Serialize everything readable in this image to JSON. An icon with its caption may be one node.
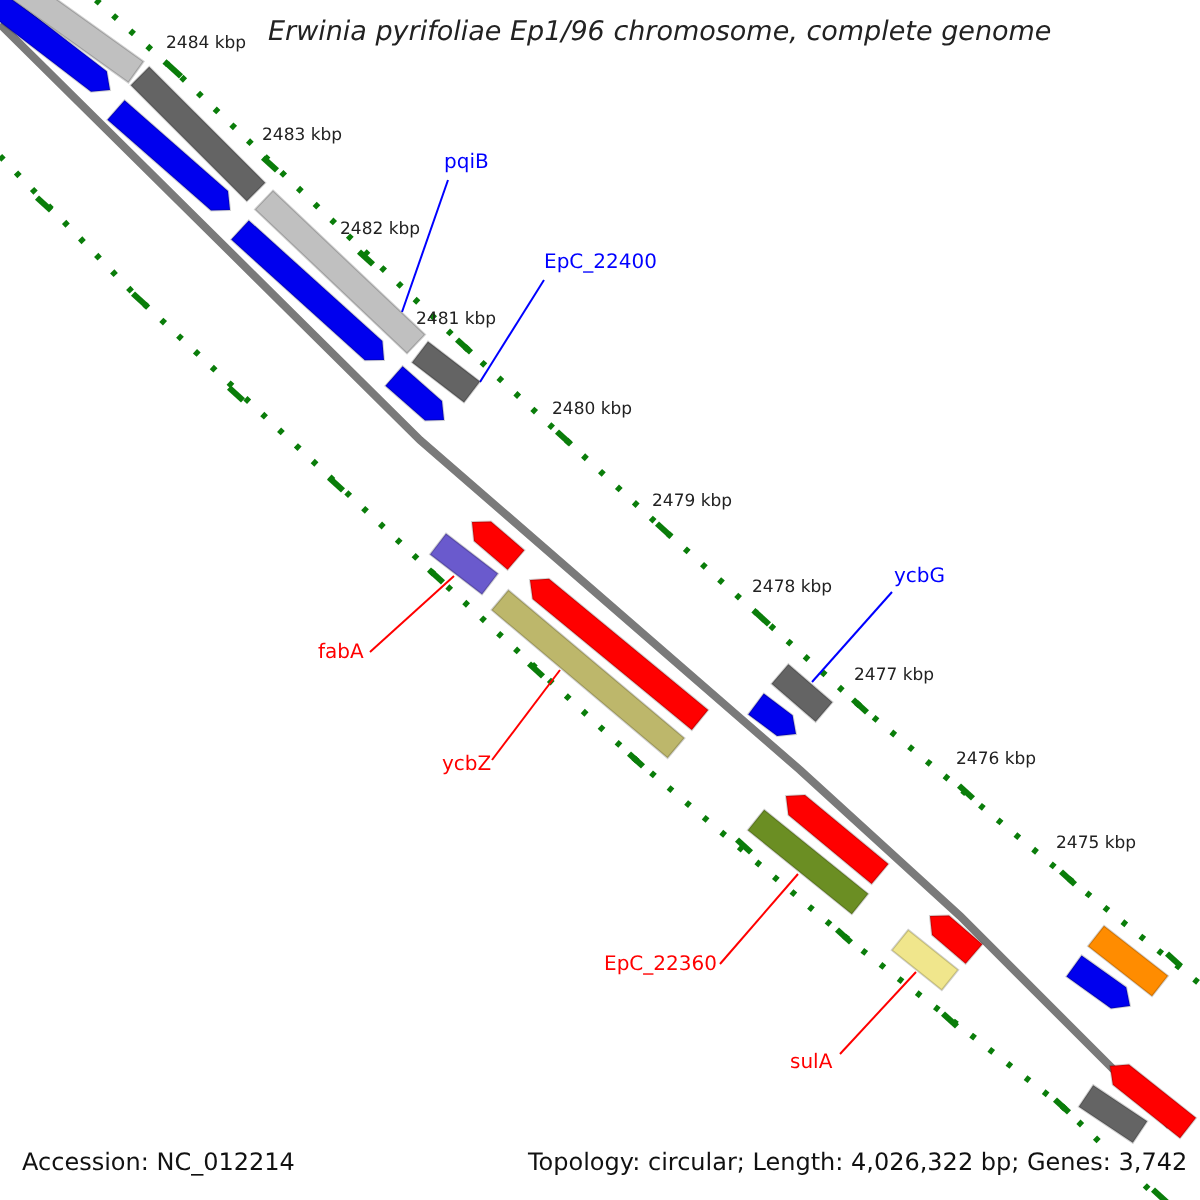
{
  "diagram": {
    "title": "Erwinia pyrifoliae Ep1/96 chromosome, complete genome",
    "nodes": [
      {
        "text": [
          "pqiB"
        ]
      },
      {
        "text": [],
        "shape": "bar"
      },
      {
        "text": [
          "EpC_22400"
        ]
      },
      {
        "text": [],
        "shape": "bar"
      },
      {
        "text": [
          "ycbG"
        ]
      },
      {
        "text": [],
        "shape": "bar"
      },
      {
        "text": [
          "fabA"
        ]
      },
      {
        "text": [],
        "shape": "bar"
      },
      {
        "text": [
          "ycbZ"
        ]
      },
      {
        "text": [],
        "shape": "bar"
      },
      {
        "text": [
          "EpC_22360"
        ]
      },
      {
        "text": [],
        "shape": "bar"
      },
      {
        "text": [
          "sulA"
        ]
      },
      {
        "text": [],
        "shape": "bar"
      },
      {
        "text": [],
        "shape": "bar"
      },
      {
        "text": [],
        "shape": "bar"
      },
      {
        "text": [],
        "shape": "bar"
      },
      {
        "text": [],
        "shape": "bar"
      },
      {
        "text": [],
        "shape": "bar"
      },
      {
        "text": [],
        "shape": "bar"
      },
      {
        "text": [],
        "shape": "bar"
      },
      {
        "text": [],
        "shape": "bar"
      },
      {
        "text": [],
        "shape": "bar"
      },
      {
        "text": [],
        "shape": "bar"
      },
      {
        "text": [],
        "shape": "bar"
      },
      {
        "text": [],
        "shape": "bar"
      },
      {
        "text": [],
        "shape": "bar"
      },
      {
        "text": [],
        "shape": "bar"
      },
      {
        "text": [],
        "shape": "bar"
      }
    ],
    "edges": [
      {
        "from": 0,
        "to": 1,
        "arrow": "none",
        "color": "#0000ff"
      },
      {
        "from": 2,
        "to": 3,
        "arrow": "none",
        "color": "#0000ff"
      },
      {
        "from": 4,
        "to": 5,
        "arrow": "none",
        "color": "#0000ff"
      },
      {
        "from": 6,
        "to": 7,
        "arrow": "none"
      },
      {
        "from": 8,
        "to": 9,
        "arrow": "none"
      },
      {
        "from": 10,
        "to": 11,
        "arrow": "none"
      },
      {
        "from": 12,
        "to": 13,
        "arrow": "none"
      }
    ],
    "labels": [
      "2484 kbp",
      "2483 kbp",
      "2482 kbp",
      "2481 kbp",
      "2480 kbp",
      "2479 kbp",
      "2478 kbp",
      "2477 kbp",
      "2476 kbp",
      "2475 kbp",
      "Accession: NC_012214",
      "Topology: circular; Length: 4,026,322 bp; Genes: 3,742"
    ]
  }
}
